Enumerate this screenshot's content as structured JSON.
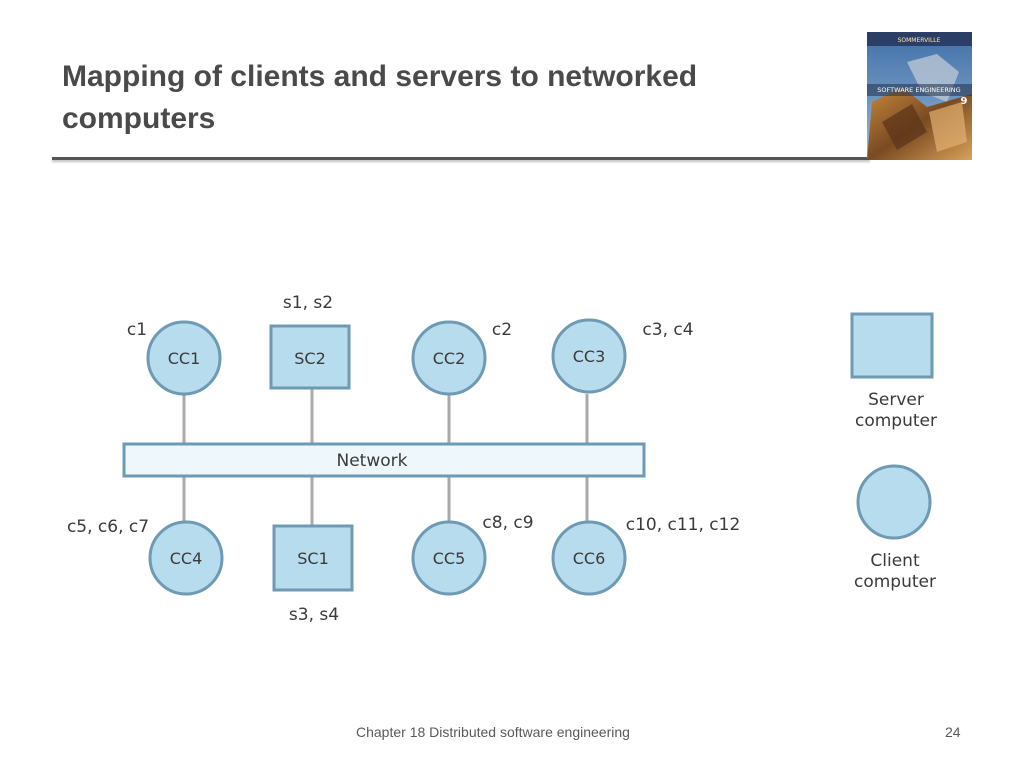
{
  "slide": {
    "title": "Mapping of clients and servers to networked computers",
    "footer": "Chapter 18 Distributed software engineering",
    "page_number": "24"
  },
  "book_cover": {
    "caption": "SOFTWARE ENGINEERING",
    "edition": "9",
    "author": "SOMMERVILLE"
  },
  "colors": {
    "node_fill": "#b7dced",
    "node_stroke": "#6e9ab4",
    "network_fill": "#eef7fb",
    "link": "#a9a9a9",
    "title": "#4a4a4a"
  },
  "diagram": {
    "network_label": "Network",
    "nodes": [
      {
        "id": "CC1",
        "type": "client",
        "label": "CC1",
        "annotation": "c1"
      },
      {
        "id": "SC2",
        "type": "server",
        "label": "SC2",
        "annotation": "s1, s2"
      },
      {
        "id": "CC2",
        "type": "client",
        "label": "CC2",
        "annotation": "c2"
      },
      {
        "id": "CC3",
        "type": "client",
        "label": "CC3",
        "annotation": "c3, c4"
      },
      {
        "id": "CC4",
        "type": "client",
        "label": "CC4",
        "annotation": "c5, c6, c7"
      },
      {
        "id": "SC1",
        "type": "server",
        "label": "SC1",
        "annotation": "s3, s4"
      },
      {
        "id": "CC5",
        "type": "client",
        "label": "CC5",
        "annotation": "c8, c9"
      },
      {
        "id": "CC6",
        "type": "client",
        "label": "CC6",
        "annotation": "c10, c11, c12"
      }
    ],
    "legend": {
      "server_line1": "Server",
      "server_line2": "computer",
      "client_line1": "Client",
      "client_line2": "computer"
    }
  }
}
